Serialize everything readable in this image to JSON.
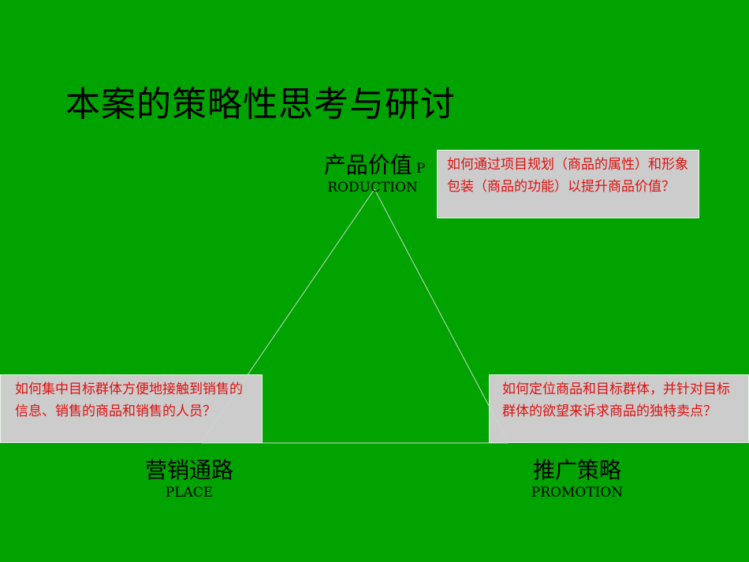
{
  "title": "本案的策略性思考与研讨",
  "product": {
    "zh": "产品价值",
    "en_p": "P",
    "en_rest": "RODUCTION",
    "question": "如何通过项目规划（商品的属性）和形象包装（商品的功能）以提升商品价值？"
  },
  "place": {
    "zh": "营销通路",
    "en": "PLACE",
    "question": "如何集中目标群体方便地接触到销售的信息、销售的商品和销售的人员？"
  },
  "promotion": {
    "zh": "推广策略",
    "en": "PROMOTION",
    "question": "如何定位商品和目标群体，并针对目标群体的欲望来诉求商品的独特卖点？"
  },
  "colors": {
    "background": "#00a300",
    "question_text": "#e01010",
    "box": "#cccccc"
  }
}
